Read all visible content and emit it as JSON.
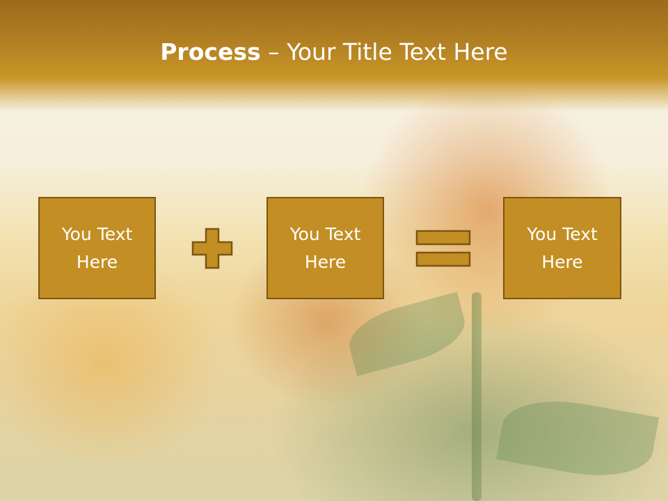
{
  "slide": {
    "title_bold": "Process",
    "title_sep": " – ",
    "title_rest": "Your Title Text Here",
    "boxes": [
      {
        "label": "You Text Here"
      },
      {
        "label": "You Text Here"
      },
      {
        "label": "You Text Here"
      }
    ],
    "operators": [
      "plus-icon",
      "equals-icon"
    ],
    "colors": {
      "header": "#b07e22",
      "box_fill": "#c38e23",
      "box_border": "#7c5512",
      "text": "#ffffff"
    }
  }
}
